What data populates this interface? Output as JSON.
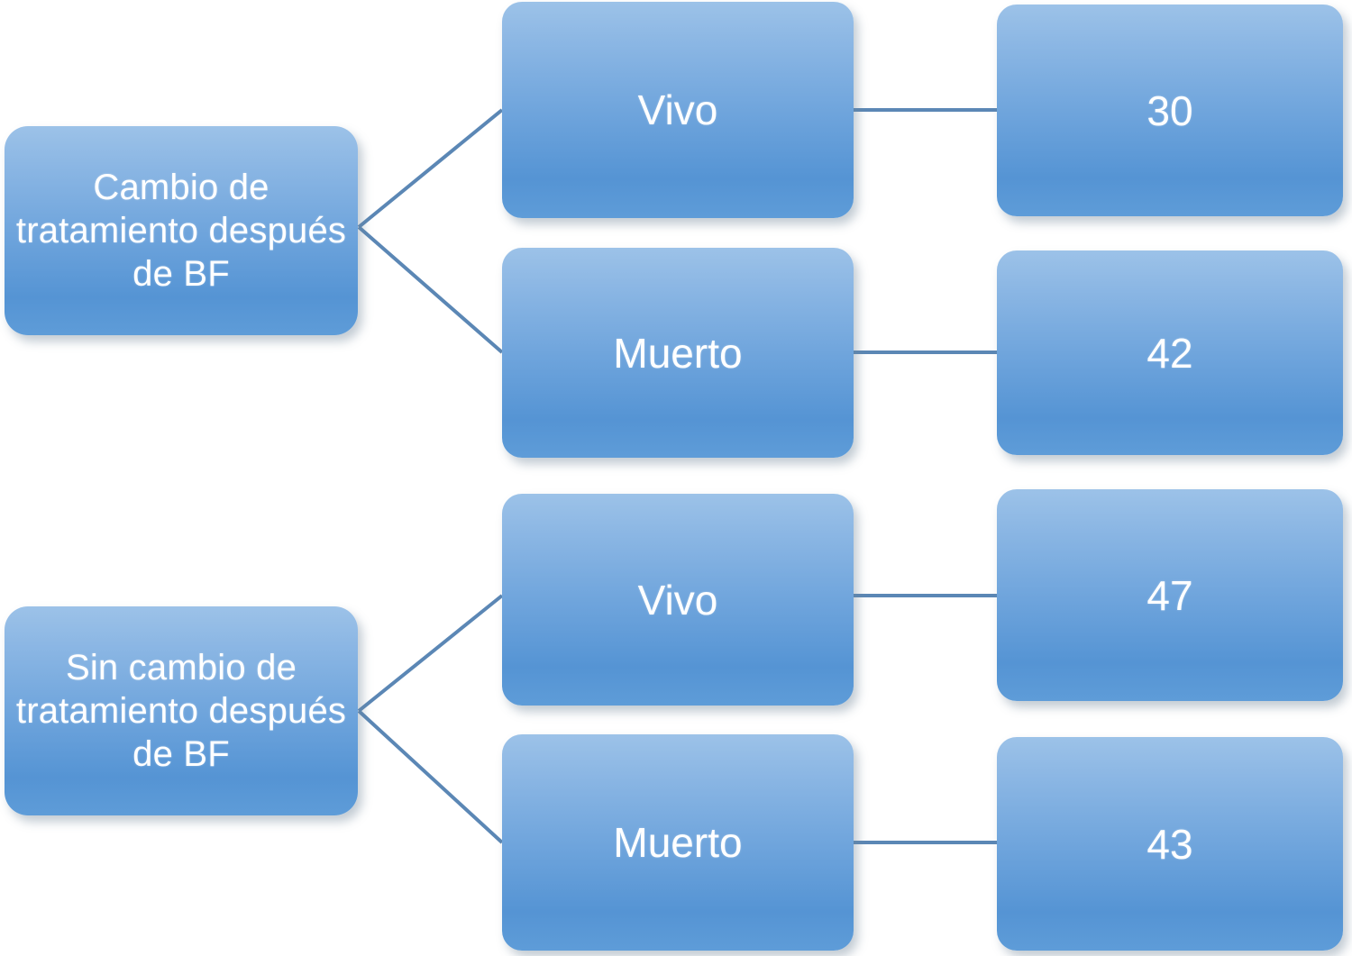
{
  "diagram": {
    "type": "tree",
    "orientation": "left-to-right",
    "background": "#ffffff",
    "node_fill_top": "#9cc2e8",
    "node_fill_bottom": "#5594d4",
    "node_text_color": "#ffffff",
    "connector_color": "#5b87b5",
    "branches": [
      {
        "root": {
          "id": "root-1",
          "label": "Cambio de tratamiento después de BF"
        },
        "children": [
          {
            "id": "out-1",
            "outcome": "Vivo",
            "count": "30"
          },
          {
            "id": "out-2",
            "outcome": "Muerto",
            "count": "42"
          }
        ]
      },
      {
        "root": {
          "id": "root-2",
          "label": "Sin cambio de tratamiento después de BF"
        },
        "children": [
          {
            "id": "out-3",
            "outcome": "Vivo",
            "count": "47"
          },
          {
            "id": "out-4",
            "outcome": "Muerto",
            "count": "43"
          }
        ]
      }
    ],
    "nodes": {
      "root_1": "Cambio de tratamiento después de BF",
      "root_2": "Sin cambio de tratamiento después de BF",
      "outcome_1": "Vivo",
      "outcome_2": "Muerto",
      "outcome_3": "Vivo",
      "outcome_4": "Muerto",
      "count_1": "30",
      "count_2": "42",
      "count_3": "47",
      "count_4": "43"
    }
  }
}
